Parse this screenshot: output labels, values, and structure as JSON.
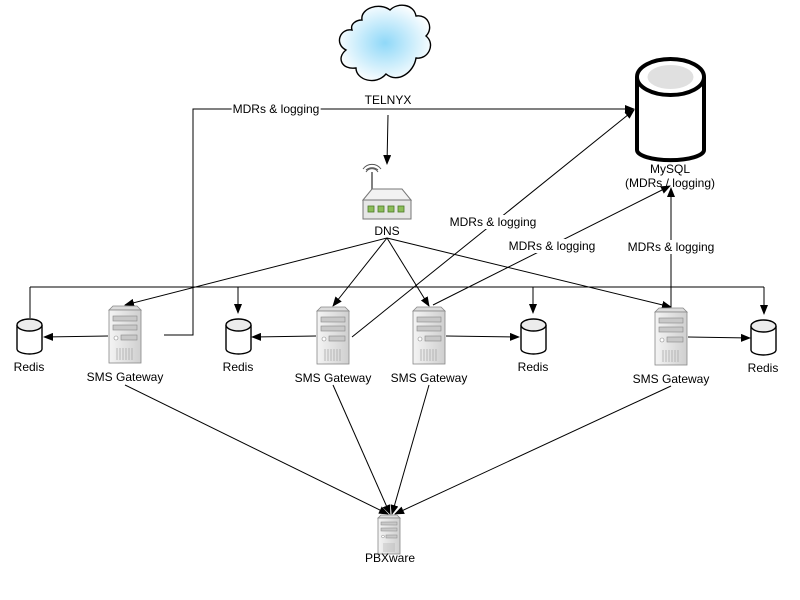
{
  "nodes": {
    "telnyx": {
      "label": "TELNYX",
      "icon": "cloud-icon"
    },
    "mysql": {
      "label_line1": "MySQL",
      "label_line2": "(MDRs / logging)",
      "icon": "database-icon"
    },
    "dns": {
      "label": "DNS",
      "icon": "router-icon"
    },
    "redis": [
      "Redis",
      "Redis",
      "Redis",
      "Redis"
    ],
    "gateways": [
      "SMS Gateway",
      "SMS Gateway",
      "SMS Gateway",
      "SMS Gateway"
    ],
    "pbx": {
      "label": "PBXware",
      "icon": "server-icon"
    }
  },
  "edge_labels": {
    "top": "MDRs & logging",
    "gateway2": "MDRs & logging",
    "gateway3": "MDRs & logging",
    "gateway4": "MDRs & logging"
  },
  "colors": {
    "line": "#000000",
    "cloud_center": "#8fd8f8",
    "server_fill": "#e8e8e8",
    "db_top": "#e0e0e0"
  }
}
